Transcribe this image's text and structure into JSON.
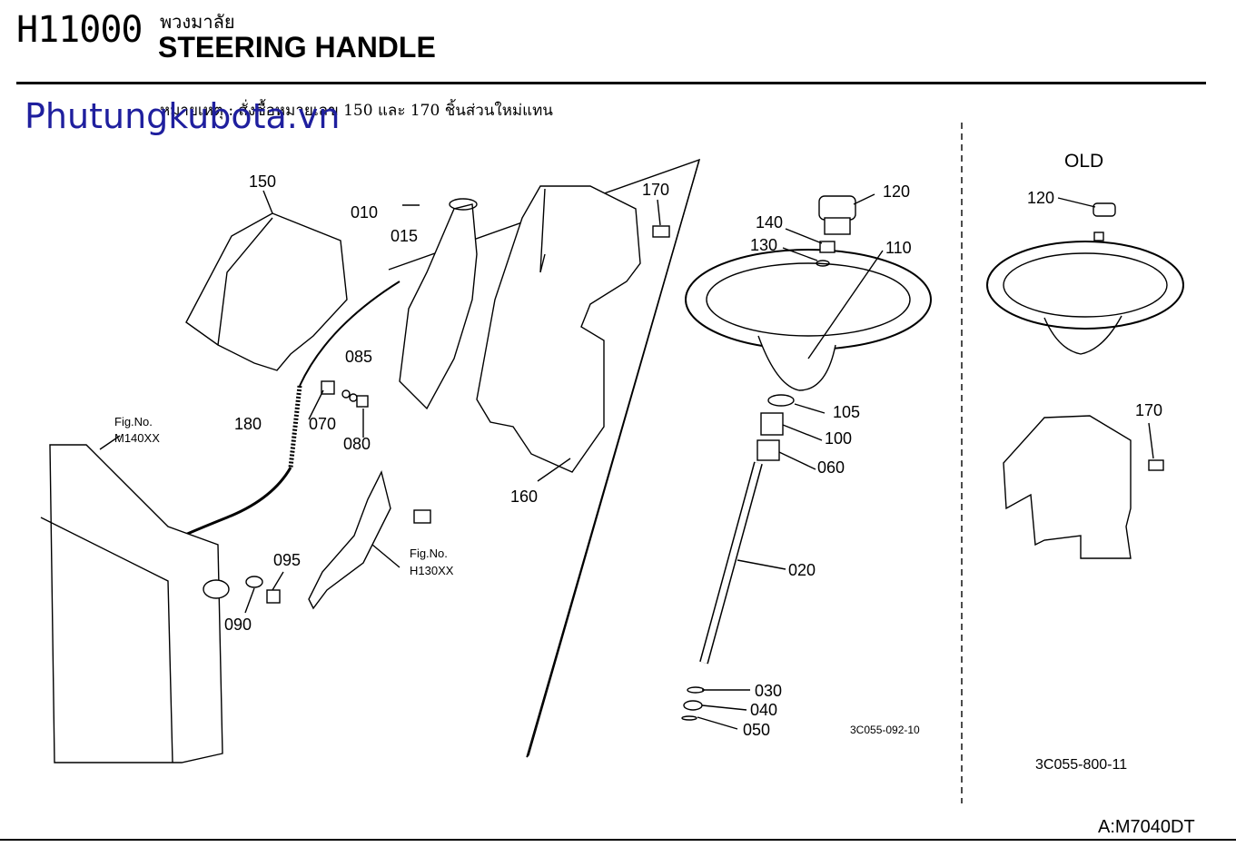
{
  "header": {
    "code": "H11000",
    "thai_title": "พวงมาลัย",
    "title": "STEERING HANDLE"
  },
  "watermark": "Phutungkubota.vn",
  "note": "หมายเหตุ : สั่งซื้อหมายเลข 150 และ 170 ชิ้นส่วนใหม่แทน",
  "old_label": "OLD",
  "parts": {
    "p150": "150",
    "p010": "010",
    "p015": "015",
    "p170": "170",
    "p120": "120",
    "p140": "140",
    "p130": "130",
    "p110": "110",
    "p085": "085",
    "p070": "070",
    "p080": "080",
    "p180": "180",
    "p105": "105",
    "p100": "100",
    "p060": "060",
    "p160": "160",
    "p020": "020",
    "p095": "095",
    "p090": "090",
    "p030": "030",
    "p040": "040",
    "p050": "050",
    "old120": "120",
    "old170": "170"
  },
  "fig_refs": {
    "m140_a": "Fig.No.",
    "m140_b": "M140XX",
    "h130_a": "Fig.No.",
    "h130_b": "H130XX"
  },
  "drawing_codes": {
    "left": "3C055-092-10",
    "right": "3C055-800-11"
  },
  "model": "A:M7040DT"
}
